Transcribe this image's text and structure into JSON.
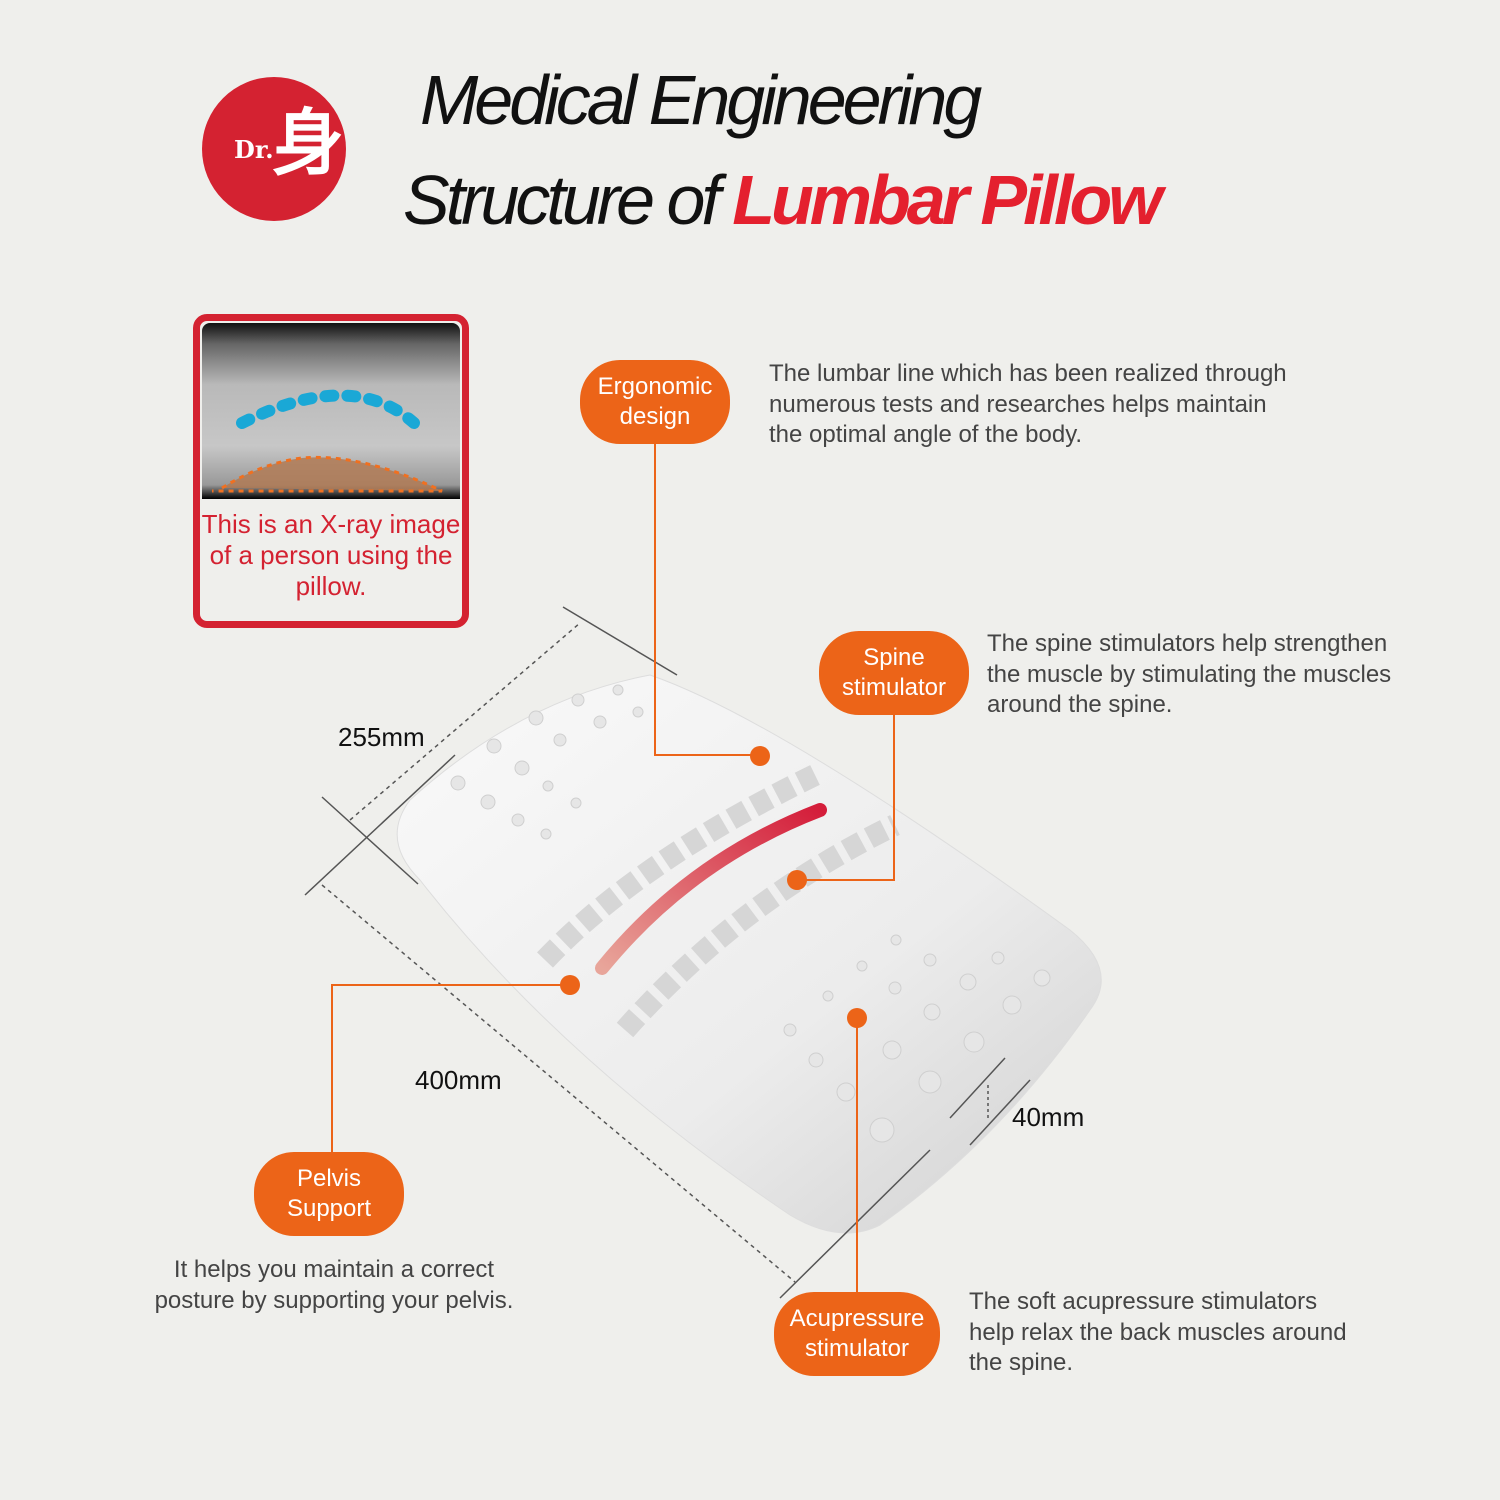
{
  "brand": {
    "logo_text": "Dr.",
    "logo_char": "身"
  },
  "header": {
    "title_line1": "Medical Engineering",
    "title_line2_prefix": "Structure of",
    "title_line2_highlight": "Lumbar Pillow"
  },
  "xray": {
    "caption": "This is an X-ray image of a person using the pillow."
  },
  "callouts": [
    {
      "label": "Ergonomic design",
      "description": [
        "The lumbar line which has been realized through",
        "numerous tests and researches helps maintain",
        "the optimal angle of the body."
      ]
    },
    {
      "label": "Spine stimulator",
      "description": [
        "The spine stimulators help strengthen",
        "the muscle by stimulating the muscles",
        "around the spine."
      ]
    },
    {
      "label": "Pelvis Support",
      "description": [
        "It helps you maintain a correct",
        "posture by supporting your pelvis."
      ]
    },
    {
      "label": "Acupressure stimulator",
      "description": [
        "The soft acupressure stimulators",
        "help relax the back muscles around",
        "the spine."
      ]
    }
  ],
  "dimensions": {
    "width": "255mm",
    "length": "400mm",
    "height": "40mm"
  },
  "colors": {
    "accent": "#ec6418",
    "brand_red": "#d42231",
    "background": "#efefec"
  }
}
